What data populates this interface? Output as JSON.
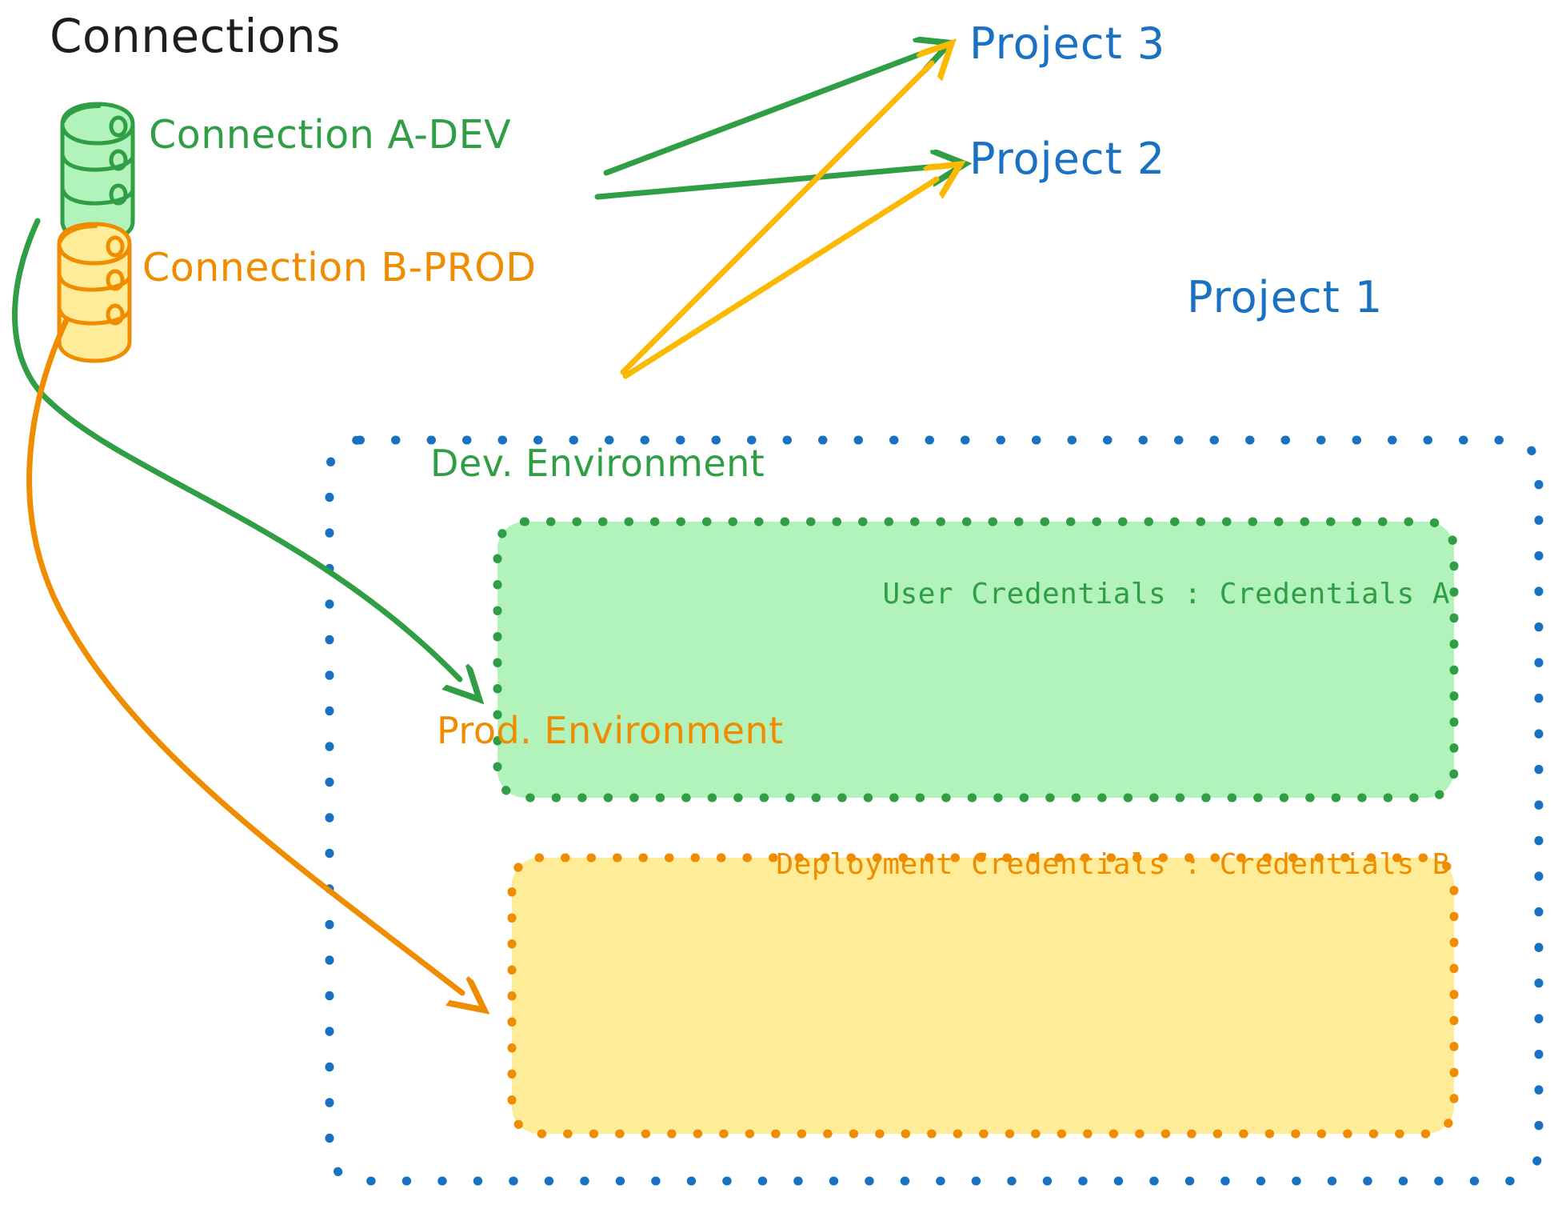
{
  "title": "Connections",
  "connections": [
    {
      "label": "Connection A-DEV",
      "color": "#2f9e44",
      "icon": "database-icon"
    },
    {
      "label": "Connection B-PROD",
      "color": "#f08c00",
      "icon": "database-icon"
    }
  ],
  "projects": [
    {
      "label": "Project 3",
      "color": "#1971c2"
    },
    {
      "label": "Project 2",
      "color": "#1971c2"
    },
    {
      "label": "Project 1",
      "color": "#1971c2"
    }
  ],
  "environments": [
    {
      "title": "Dev. Environment",
      "credentials_label": "User Credentials : Credentials A",
      "border_color": "#2f9e44",
      "fill_color": "#b2f2bb"
    },
    {
      "title": "Prod. Environment",
      "credentials_label": "Deployment Credentials : Credentials B",
      "border_color": "#f08c00",
      "fill_color": "#ffec99"
    }
  ],
  "colors": {
    "green": "#2f9e44",
    "green_fill": "#b2f2bb",
    "orange": "#f08c00",
    "orange_fill": "#ffec99",
    "amber_arrow": "#fcb902",
    "blue": "#1971c2",
    "ink": "#1e1e1e"
  }
}
